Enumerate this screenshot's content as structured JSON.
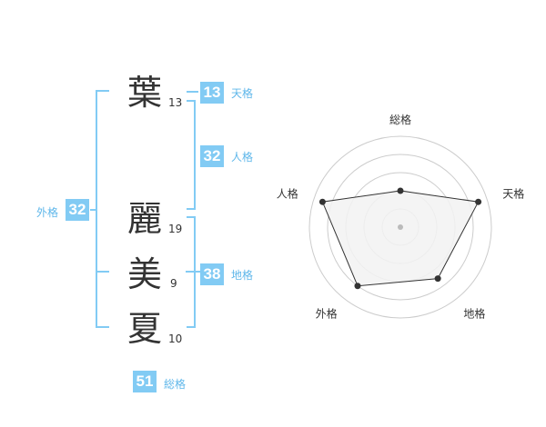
{
  "name_chars": [
    {
      "char": "葉",
      "strokes": "13"
    },
    {
      "char": "麗",
      "strokes": "19"
    },
    {
      "char": "美",
      "strokes": "9"
    },
    {
      "char": "夏",
      "strokes": "10"
    }
  ],
  "kakusu": {
    "tenkaku": {
      "label": "天格",
      "value": "13"
    },
    "jinkaku": {
      "label": "人格",
      "value": "32"
    },
    "chikaku": {
      "label": "地格",
      "value": "38"
    },
    "gaikaku": {
      "label": "外格",
      "value": "32"
    },
    "soukaku": {
      "label": "総格",
      "value": "51"
    }
  },
  "chart_data": {
    "type": "radar",
    "axes": [
      "総格",
      "天格",
      "地格",
      "外格",
      "人格"
    ],
    "values": [
      0.4,
      0.9,
      0.7,
      0.8,
      0.9
    ],
    "rings": 5,
    "fill_color": "#f2f2f2",
    "line_color": "#333333",
    "grid_color": "#cccccc"
  }
}
